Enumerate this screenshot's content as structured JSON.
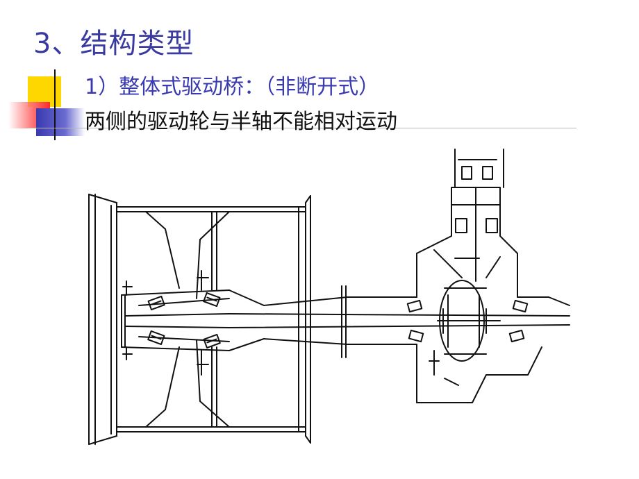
{
  "slide": {
    "title": "3、结构类型",
    "point1": "1）整体式驱动桥：（非断开式）",
    "point2": "两侧的驱动轮与半轴不能相对运动"
  },
  "colors": {
    "title": "#3a3aa0",
    "accent_yellow": "#ffd700",
    "accent_red": "#ff2a2a",
    "accent_blue": "#3a3ab0"
  }
}
